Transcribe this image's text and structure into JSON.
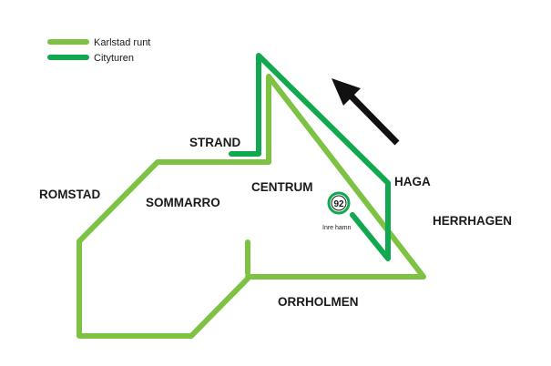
{
  "legend": {
    "items": [
      {
        "label": "Karlstad runt",
        "color": "#7dc242"
      },
      {
        "label": "Cityturen",
        "color": "#11a84f"
      }
    ]
  },
  "districts": {
    "strand": "STRAND",
    "romstad": "ROMSTAD",
    "sommarro": "SOMMARRO",
    "centrum": "CENTRUM",
    "haga": "HAGA",
    "herrhagen": "HERRHAGEN",
    "orrholmen": "ORRHOLMEN"
  },
  "stop": {
    "badge_number": "92",
    "label": "Inre hamn"
  },
  "colors": {
    "karlstad_runt": "#7dc242",
    "cityturen": "#11a84f",
    "arrow": "#111111"
  },
  "icons": {
    "direction": "direction-arrow-icon",
    "stop": "bus-stop-icon"
  }
}
